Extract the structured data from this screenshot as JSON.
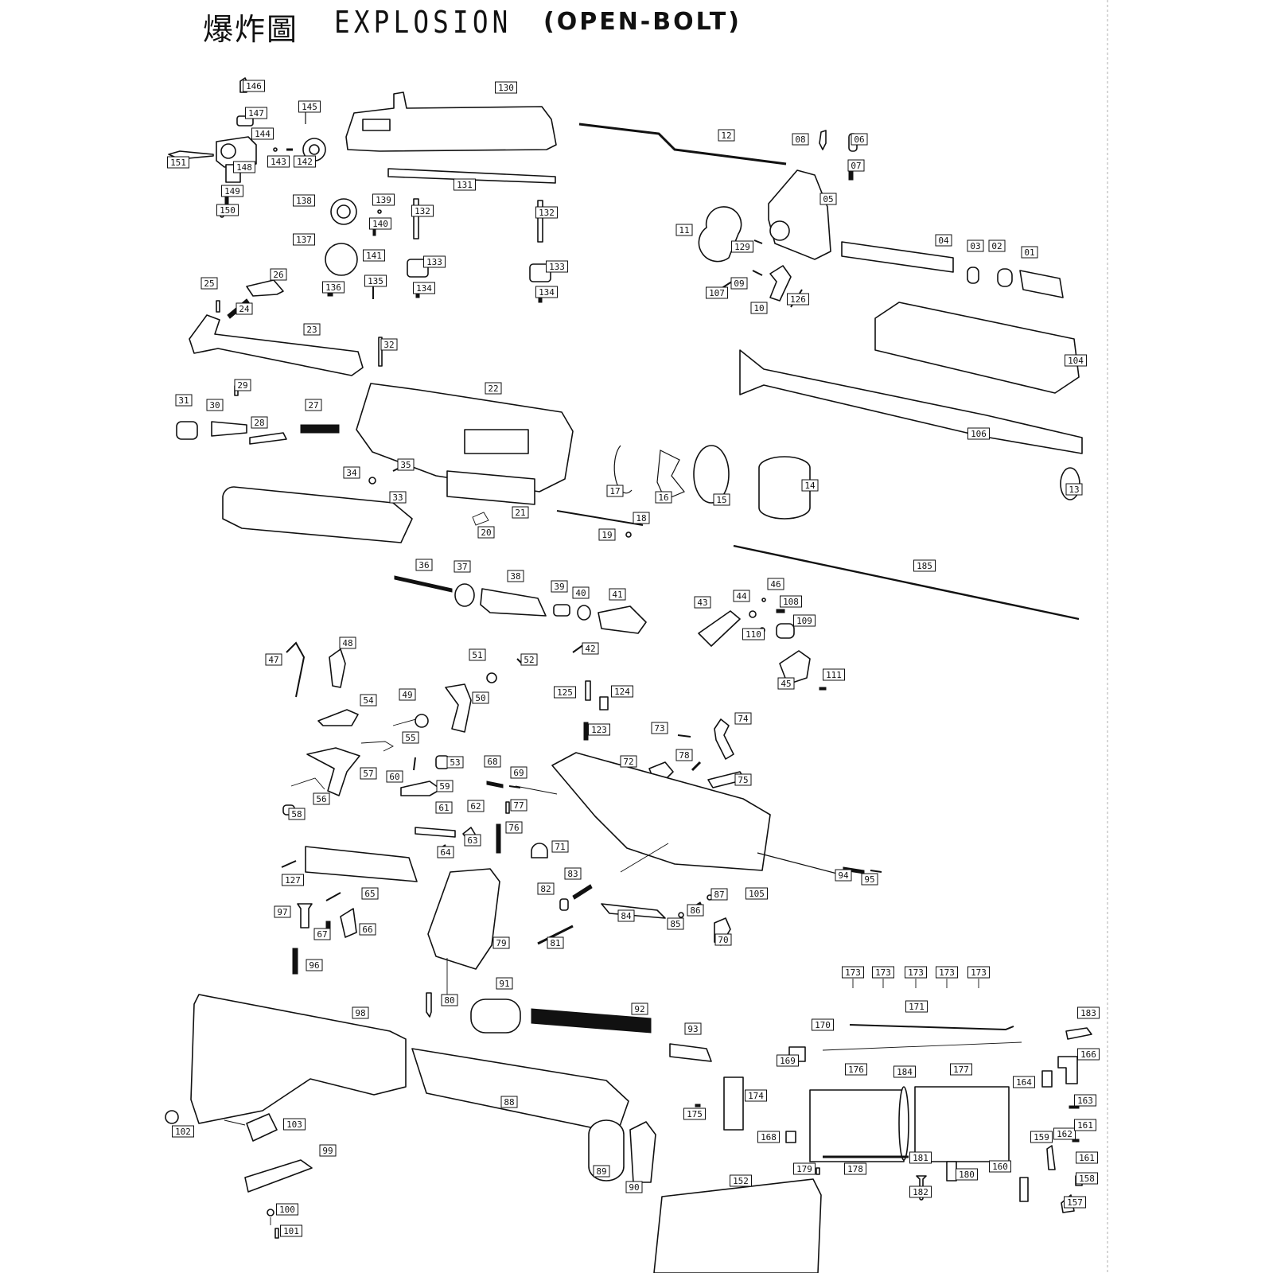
{
  "title": {
    "cjk": "爆炸圖",
    "en": "EXPLOSION",
    "variant": "(OPEN-BOLT)"
  },
  "labels": [
    {
      "id": "146"
    },
    {
      "id": "145"
    },
    {
      "id": "147"
    },
    {
      "id": "144"
    },
    {
      "id": "143"
    },
    {
      "id": "142"
    },
    {
      "id": "151"
    },
    {
      "id": "148"
    },
    {
      "id": "149"
    },
    {
      "id": "150"
    },
    {
      "id": "130"
    },
    {
      "id": "131"
    },
    {
      "id": "138"
    },
    {
      "id": "139"
    },
    {
      "id": "140"
    },
    {
      "id": "141"
    },
    {
      "id": "137"
    },
    {
      "id": "136"
    },
    {
      "id": "135"
    },
    {
      "id": "132a",
      "text": "132"
    },
    {
      "id": "132b",
      "text": "132"
    },
    {
      "id": "133a",
      "text": "133"
    },
    {
      "id": "133b",
      "text": "133"
    },
    {
      "id": "134a",
      "text": "134"
    },
    {
      "id": "134b",
      "text": "134"
    },
    {
      "id": "12"
    },
    {
      "id": "08"
    },
    {
      "id": "06"
    },
    {
      "id": "07"
    },
    {
      "id": "05"
    },
    {
      "id": "11"
    },
    {
      "id": "129"
    },
    {
      "id": "09"
    },
    {
      "id": "107"
    },
    {
      "id": "10"
    },
    {
      "id": "126"
    },
    {
      "id": "04"
    },
    {
      "id": "03"
    },
    {
      "id": "02"
    },
    {
      "id": "01"
    },
    {
      "id": "104"
    },
    {
      "id": "106"
    },
    {
      "id": "13"
    },
    {
      "id": "25"
    },
    {
      "id": "26"
    },
    {
      "id": "24"
    },
    {
      "id": "23"
    },
    {
      "id": "32"
    },
    {
      "id": "29"
    },
    {
      "id": "31"
    },
    {
      "id": "30"
    },
    {
      "id": "28"
    },
    {
      "id": "27"
    },
    {
      "id": "22"
    },
    {
      "id": "35"
    },
    {
      "id": "34"
    },
    {
      "id": "33"
    },
    {
      "id": "21"
    },
    {
      "id": "20"
    },
    {
      "id": "17"
    },
    {
      "id": "16"
    },
    {
      "id": "15"
    },
    {
      "id": "14"
    },
    {
      "id": "18"
    },
    {
      "id": "19"
    },
    {
      "id": "185"
    },
    {
      "id": "36"
    },
    {
      "id": "37"
    },
    {
      "id": "38"
    },
    {
      "id": "39"
    },
    {
      "id": "40"
    },
    {
      "id": "41"
    },
    {
      "id": "42"
    },
    {
      "id": "43"
    },
    {
      "id": "44"
    },
    {
      "id": "46"
    },
    {
      "id": "108"
    },
    {
      "id": "109"
    },
    {
      "id": "110"
    },
    {
      "id": "45"
    },
    {
      "id": "111"
    },
    {
      "id": "47"
    },
    {
      "id": "48"
    },
    {
      "id": "51"
    },
    {
      "id": "52"
    },
    {
      "id": "50"
    },
    {
      "id": "54"
    },
    {
      "id": "49"
    },
    {
      "id": "55"
    },
    {
      "id": "125"
    },
    {
      "id": "124"
    },
    {
      "id": "123"
    },
    {
      "id": "73"
    },
    {
      "id": "74"
    },
    {
      "id": "72"
    },
    {
      "id": "78"
    },
    {
      "id": "75"
    },
    {
      "id": "57"
    },
    {
      "id": "56"
    },
    {
      "id": "60"
    },
    {
      "id": "53"
    },
    {
      "id": "68"
    },
    {
      "id": "69"
    },
    {
      "id": "59"
    },
    {
      "id": "58"
    },
    {
      "id": "61"
    },
    {
      "id": "62"
    },
    {
      "id": "77"
    },
    {
      "id": "63"
    },
    {
      "id": "76"
    },
    {
      "id": "64"
    },
    {
      "id": "71"
    },
    {
      "id": "127"
    },
    {
      "id": "65"
    },
    {
      "id": "97"
    },
    {
      "id": "67"
    },
    {
      "id": "66"
    },
    {
      "id": "96"
    },
    {
      "id": "82"
    },
    {
      "id": "83"
    },
    {
      "id": "84"
    },
    {
      "id": "85"
    },
    {
      "id": "86"
    },
    {
      "id": "87"
    },
    {
      "id": "79"
    },
    {
      "id": "81"
    },
    {
      "id": "70"
    },
    {
      "id": "105"
    },
    {
      "id": "94"
    },
    {
      "id": "95"
    },
    {
      "id": "173a",
      "text": "173"
    },
    {
      "id": "173b",
      "text": "173"
    },
    {
      "id": "173c",
      "text": "173"
    },
    {
      "id": "173d",
      "text": "173"
    },
    {
      "id": "173e",
      "text": "173"
    },
    {
      "id": "171"
    },
    {
      "id": "170"
    },
    {
      "id": "169"
    },
    {
      "id": "183"
    },
    {
      "id": "166"
    },
    {
      "id": "98"
    },
    {
      "id": "80"
    },
    {
      "id": "91"
    },
    {
      "id": "92"
    },
    {
      "id": "93"
    },
    {
      "id": "88"
    },
    {
      "id": "102"
    },
    {
      "id": "103"
    },
    {
      "id": "99"
    },
    {
      "id": "100"
    },
    {
      "id": "101"
    },
    {
      "id": "89"
    },
    {
      "id": "90"
    },
    {
      "id": "174"
    },
    {
      "id": "175"
    },
    {
      "id": "176"
    },
    {
      "id": "184"
    },
    {
      "id": "177"
    },
    {
      "id": "164"
    },
    {
      "id": "163"
    },
    {
      "id": "168"
    },
    {
      "id": "181"
    },
    {
      "id": "178"
    },
    {
      "id": "179"
    },
    {
      "id": "182"
    },
    {
      "id": "180"
    },
    {
      "id": "160"
    },
    {
      "id": "159"
    },
    {
      "id": "162"
    },
    {
      "id": "161a",
      "text": "161"
    },
    {
      "id": "161b",
      "text": "161"
    },
    {
      "id": "158"
    },
    {
      "id": "157"
    },
    {
      "id": "152"
    }
  ]
}
